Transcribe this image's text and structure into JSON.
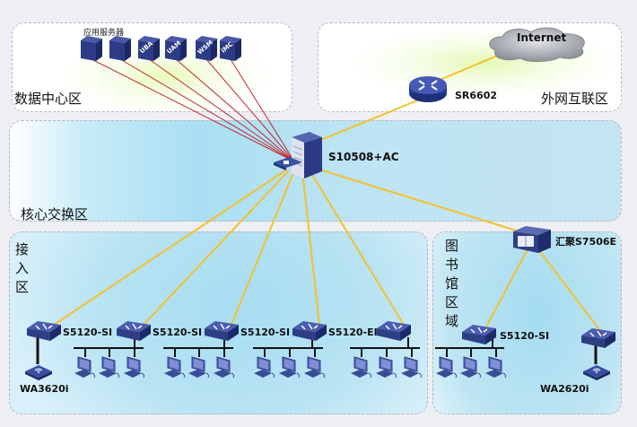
{
  "zones": {
    "data_center": "数据中心区",
    "internet_zone": "外网互联区",
    "core": "核心交换区",
    "access": "接入区",
    "library": "图书馆区域"
  },
  "devices": {
    "app_servers_caption": "应用服务器",
    "server_badges": [
      "",
      "",
      "UBA",
      "UAM",
      "WSM",
      "iMC"
    ],
    "internet": "Internet",
    "router": "SR6602",
    "core_switch": "S10508+AC",
    "aggregation": "汇聚S7506E",
    "access_switches": [
      "S5120-SI",
      "S5120-SI",
      "S5120-SI",
      "S5120-EI",
      "S5120-SI"
    ],
    "ap_left": "WA3620i",
    "ap_right": "WA2620i"
  },
  "colors": {
    "server_link": "#c0282d",
    "uplink": "#f2c12e",
    "lan": "#111111",
    "device": "#2e3f86"
  }
}
